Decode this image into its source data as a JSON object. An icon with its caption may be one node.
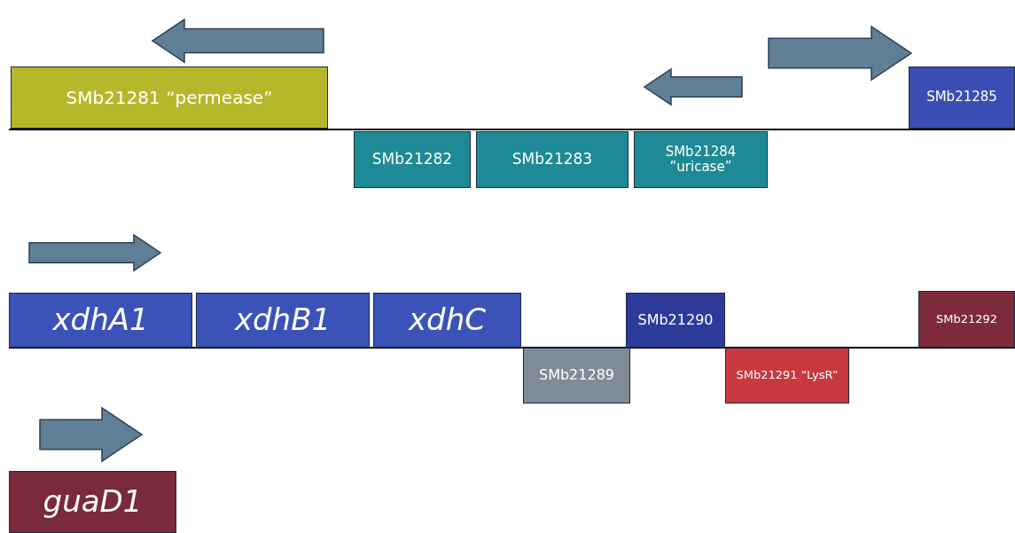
{
  "diagram": {
    "nodes": [
      {
        "text": [
          "SMb21281 “permease”"
        ]
      },
      {
        "text": [
          "SMb21282"
        ]
      },
      {
        "text": [
          "SMb21283"
        ]
      },
      {
        "text": [
          "SMb21284 “uricase”"
        ]
      },
      {
        "text": [
          "SMb21285"
        ]
      },
      {
        "text": [
          "xdhA1"
        ]
      },
      {
        "text": [
          "xdhB1"
        ]
      },
      {
        "text": [
          "xdhC"
        ]
      },
      {
        "text": [
          "SMb21289"
        ]
      },
      {
        "text": [
          "SMb21290"
        ]
      },
      {
        "text": [
          "SMb21291 “LysR”"
        ]
      },
      {
        "text": [
          "SMb21292"
        ]
      },
      {
        "text": [
          "guaD1"
        ]
      }
    ]
  }
}
